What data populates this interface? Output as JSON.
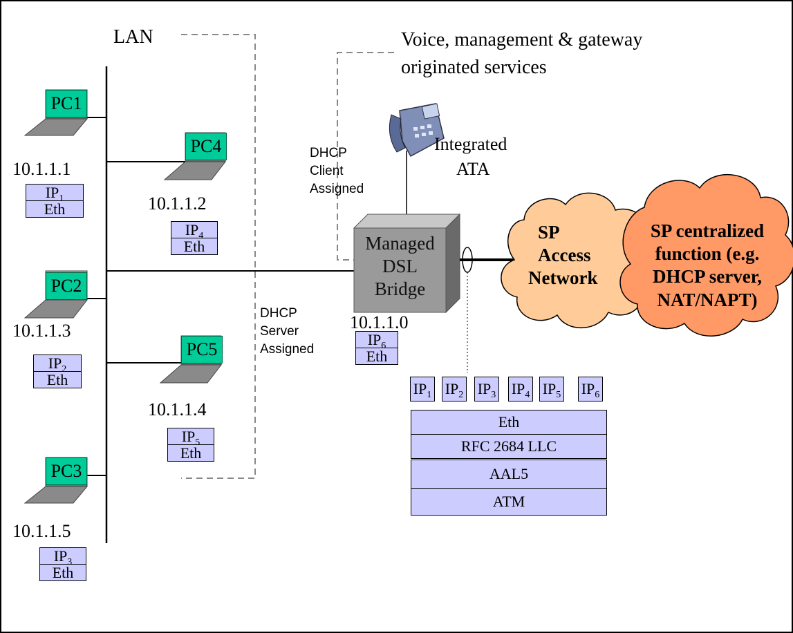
{
  "lan_label": "LAN",
  "voice_services_line1": "Voice, management & gateway",
  "voice_services_line2": "originated services",
  "dhcp_client": [
    "DHCP",
    "Client",
    "Assigned"
  ],
  "dhcp_server": [
    "DHCP",
    "Server",
    "Assigned"
  ],
  "integrated_ata": [
    "Integrated",
    "ATA"
  ],
  "bridge": [
    "Managed",
    "DSL",
    "Bridge"
  ],
  "bridge_ip": "10.1.1.0",
  "sp_access_network": [
    "SP",
    "Access",
    "Network"
  ],
  "sp_central": [
    "SP centralized",
    "function (e.g.",
    "DHCP server,",
    "NAT/NAPT)"
  ],
  "pcs": [
    {
      "name": "PC1",
      "ip": "10.1.1.1",
      "ip_sub": "1"
    },
    {
      "name": "PC4",
      "ip": "10.1.1.2",
      "ip_sub": "4"
    },
    {
      "name": "PC2",
      "ip": "10.1.1.3",
      "ip_sub": "2"
    },
    {
      "name": "PC5",
      "ip": "10.1.1.4",
      "ip_sub": "5"
    },
    {
      "name": "PC3",
      "ip": "10.1.1.5",
      "ip_sub": "3"
    }
  ],
  "ip_prefix": "IP",
  "eth_label": "Eth",
  "bridge_ip_sub": "6",
  "protocol_ips": [
    "1",
    "2",
    "3",
    "4",
    "5",
    "6"
  ],
  "protocol_stack": [
    "Eth",
    "RFC 2684  LLC",
    "AAL5",
    "ATM"
  ],
  "colors": {
    "pc_tag": "#00cc99",
    "ip_box": "#ccccff",
    "bridge_box": "#999999",
    "cloud_access": "#ffcc99",
    "cloud_central": "#ff9966"
  }
}
